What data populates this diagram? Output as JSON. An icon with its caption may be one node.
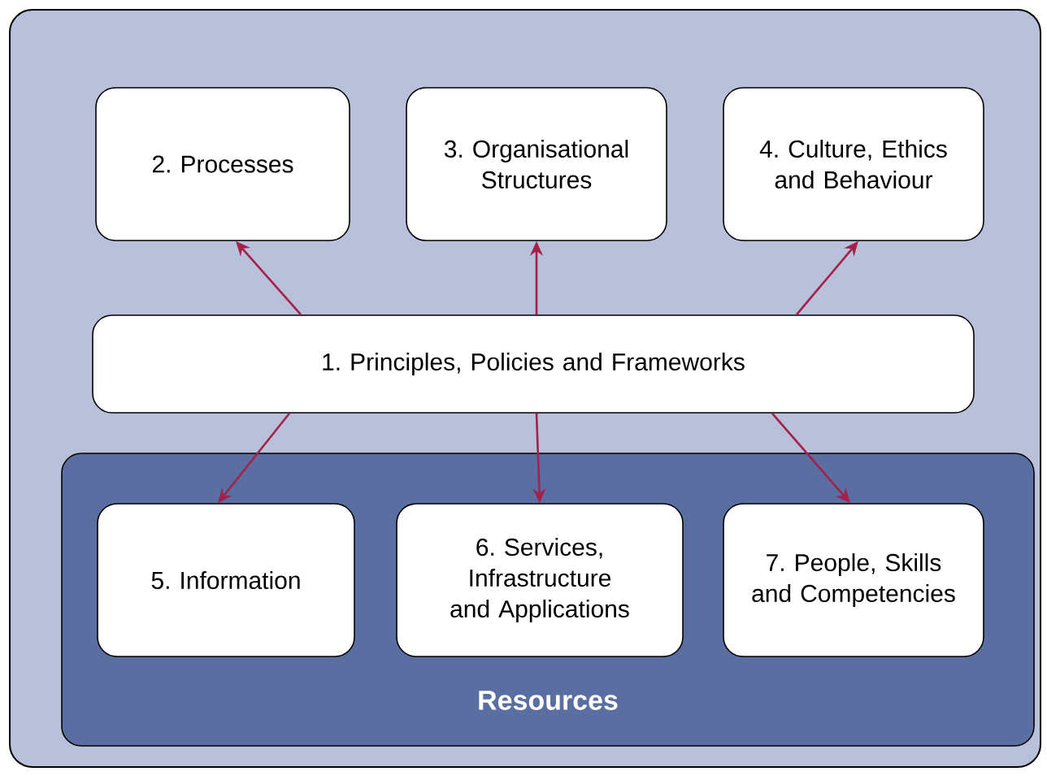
{
  "diagram": {
    "nodes": [
      {
        "text": [
          "2. Processes"
        ]
      },
      {
        "text": [
          "3. Organisational Structures"
        ]
      },
      {
        "text": [
          "4. Culture, Ethics and Behaviour"
        ]
      },
      {
        "text": [
          "1. Principles, Policies and Frameworks"
        ]
      },
      {
        "text": [
          "Resources"
        ]
      },
      {
        "text": [
          "5. Information"
        ],
        "in": 4
      },
      {
        "text": [
          "6. Services, Infrastructure and Applications"
        ],
        "in": 4
      },
      {
        "text": [
          "7. People, Skills and Competencies"
        ],
        "in": 4
      }
    ],
    "edges": [
      {
        "from": 3,
        "to": 0,
        "arrow": "to"
      },
      {
        "from": 3,
        "to": 1,
        "arrow": "to"
      },
      {
        "from": 3,
        "to": 2,
        "arrow": "to"
      },
      {
        "from": 3,
        "to": 5,
        "arrow": "to"
      },
      {
        "from": 3,
        "to": 6,
        "arrow": "to"
      },
      {
        "from": 3,
        "to": 7,
        "arrow": "to"
      }
    ]
  }
}
